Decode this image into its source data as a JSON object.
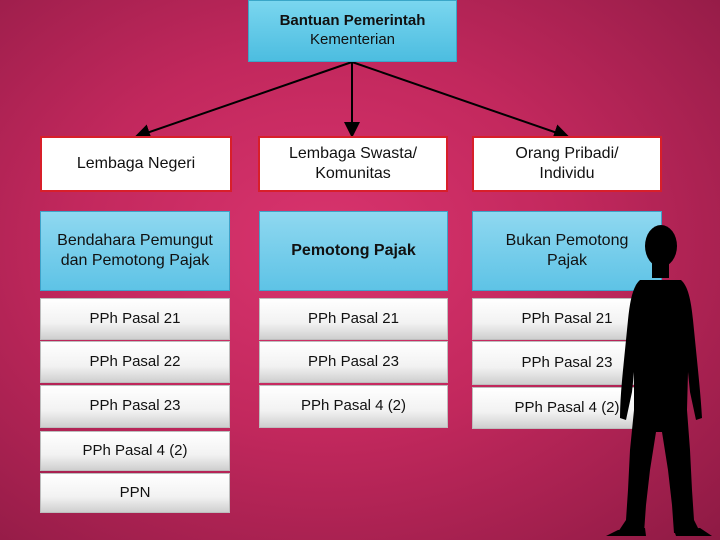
{
  "top": {
    "line1": "Bantuan Pemerintah",
    "line2": "Kementerian"
  },
  "categories": [
    {
      "title": "Lembaga Negeri"
    },
    {
      "title": "Lembaga Swasta/ Komunitas"
    },
    {
      "title": "Orang Pribadi/ Individu"
    }
  ],
  "roles": [
    {
      "label": "Bendahara Pemungut dan Pemotong Pajak"
    },
    {
      "label": "Pemotong Pajak"
    },
    {
      "label": "Bukan Pemotong Pajak"
    }
  ],
  "taxes": {
    "col1": [
      "PPh Pasal 21",
      "PPh Pasal 22",
      "PPh Pasal 23",
      "PPh Pasal 4 (2)",
      "PPN"
    ],
    "col2": [
      "PPh Pasal 21",
      "PPh Pasal 23",
      "PPh Pasal 4 (2)"
    ],
    "col3": [
      "PPh Pasal 21",
      "PPh Pasal 23",
      "PPh Pasal 4 (2)"
    ]
  },
  "colors": {
    "background": "#c2285d",
    "header_fill": "#5ec3e6",
    "category_border": "#d81f2a",
    "silhouette": "#000000"
  },
  "icons": {
    "person": "person-silhouette-icon"
  }
}
